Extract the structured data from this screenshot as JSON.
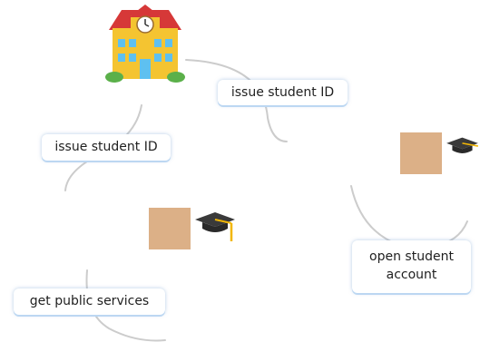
{
  "nodes": {
    "school": {
      "icon": "school-building-icon"
    },
    "student_a": {
      "icon": "student-icon"
    },
    "student_b": {
      "icon": "student-icon"
    }
  },
  "edges": {
    "top_right": {
      "label": "issue student ID"
    },
    "top_left": {
      "label": "issue student ID"
    },
    "right": {
      "label": "open student account"
    },
    "left": {
      "label": "get public services"
    }
  },
  "colors": {
    "edge": "#cccccc",
    "label_glow": "#bcd7f2",
    "skin": "#dcb087",
    "cap": "#3a3a3a",
    "tassel": "#f2b705"
  }
}
